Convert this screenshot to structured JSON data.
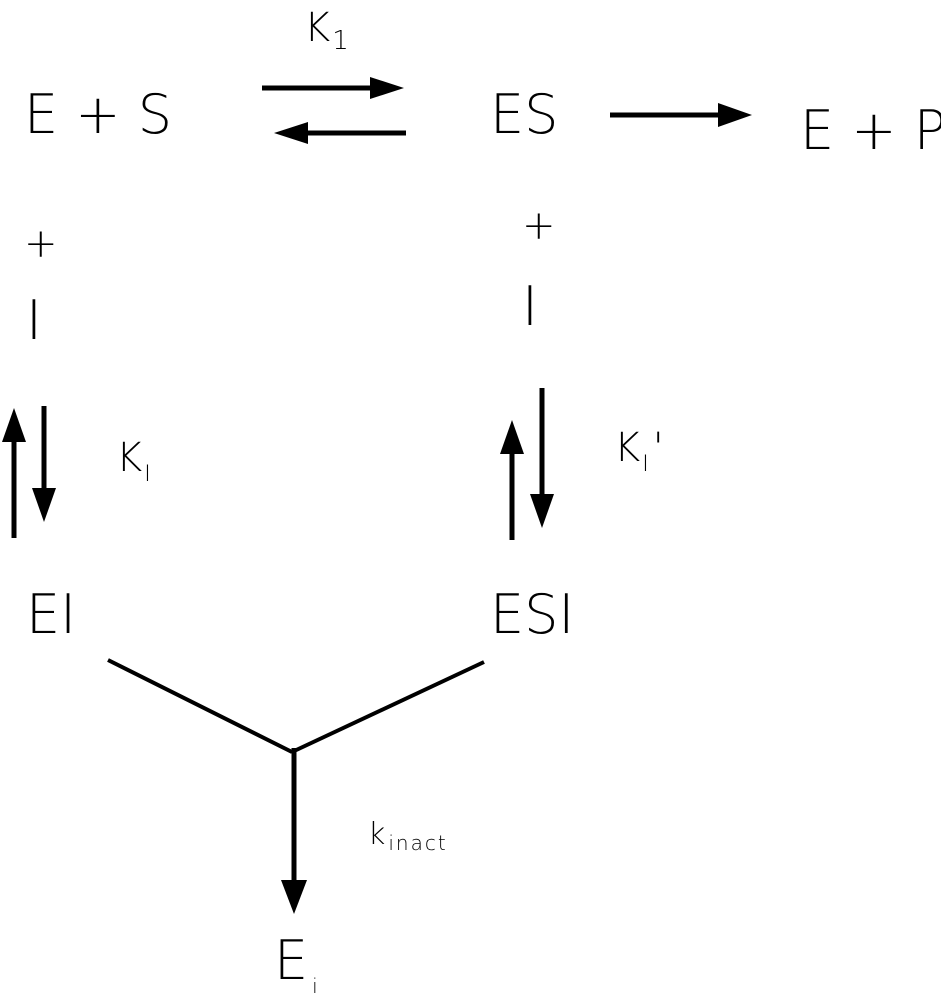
{
  "species": {
    "e_plus_s": "E + S",
    "es": "ES",
    "e_plus_p": "E + P",
    "ei": "EI",
    "esi": "ESI",
    "ei_final_main": "E",
    "ei_final_sub": "i"
  },
  "inhibitor": {
    "left_plus": "+",
    "left_i": "I",
    "right_plus": "+",
    "right_i": "I"
  },
  "constants": {
    "k1_main": "K",
    "k1_sub": "1",
    "ki_main": "K",
    "ki_sub": "I",
    "ki_prime_main": "K",
    "ki_prime_sub": "I",
    "ki_prime_mark": "'",
    "kinact_main": "k",
    "kinact_sub": "inact"
  },
  "colors": {
    "ink": "#000000",
    "background": "#ffffff"
  }
}
